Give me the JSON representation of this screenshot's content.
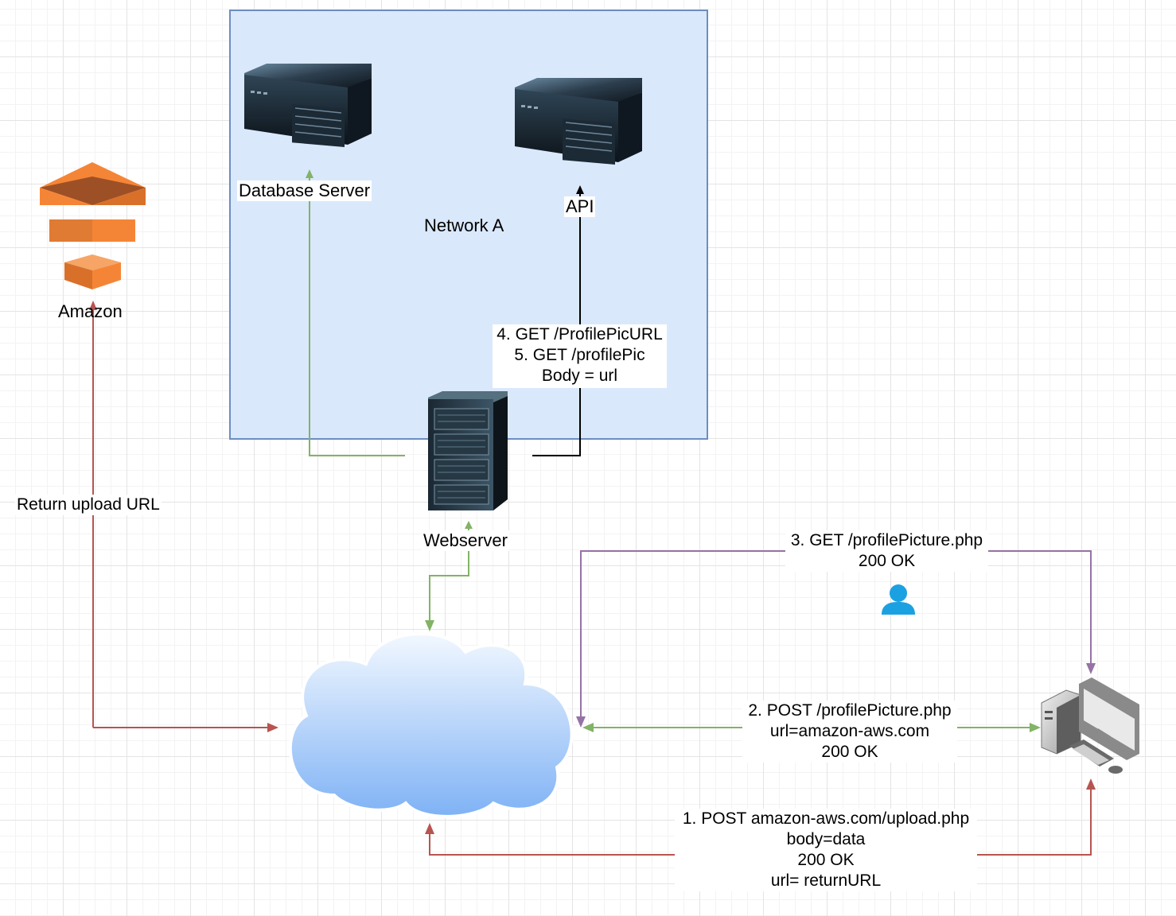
{
  "network": {
    "label": "Network A"
  },
  "nodes": {
    "database": "Database Server",
    "api": "API",
    "amazon": "Amazon",
    "webserver": "Webserver"
  },
  "edges": {
    "amazon_return": "Return upload URL",
    "step4_5": [
      "4. GET /ProfilePicURL",
      "5. GET /profilePic",
      "Body = url"
    ],
    "step3": [
      "3. GET /profilePicture.php",
      "200 OK"
    ],
    "step2": [
      "2. POST /profilePicture.php",
      "url=amazon-aws.com",
      "200 OK"
    ],
    "step1": [
      "1. POST amazon-aws.com/upload.php",
      "body=data",
      "200 OK",
      "url= returnURL"
    ]
  },
  "colors": {
    "network_fill": "#dae8fc",
    "network_border": "#6c8ebf",
    "red_edge": "#b85450",
    "green_edge": "#82b366",
    "purple_edge": "#9673a6",
    "black_edge": "#000000",
    "amazon_orange": "#e88a3c",
    "user_icon": "#1ba1e2"
  },
  "icons": [
    "server-rack-icon",
    "tower-server-icon",
    "amazon-aws-icon",
    "cloud-icon",
    "user-icon",
    "desktop-computer-icon"
  ]
}
